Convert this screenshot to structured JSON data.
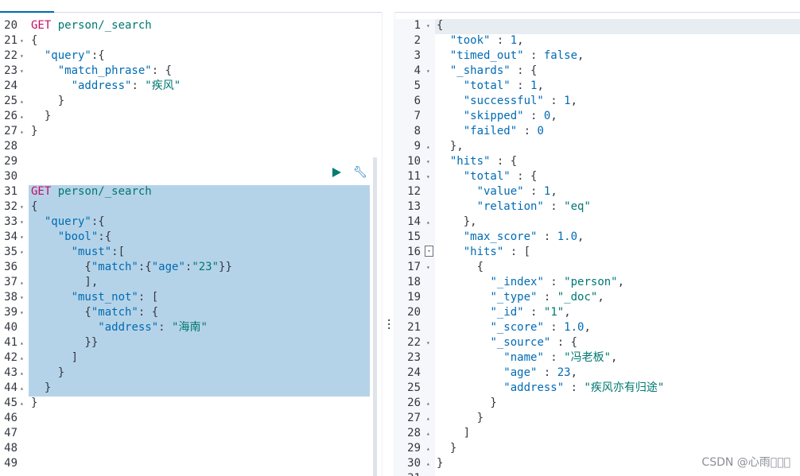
{
  "left_editor": {
    "lines": [
      {
        "n": "20",
        "fold": "",
        "segs": [
          {
            "t": "GET",
            "c": "kw"
          },
          {
            "t": " person/_search",
            "c": "val"
          }
        ]
      },
      {
        "n": "21",
        "fold": "▾",
        "segs": [
          {
            "t": "{",
            "c": "code"
          }
        ]
      },
      {
        "n": "22",
        "fold": "▾",
        "segs": [
          {
            "t": "  ",
            "c": "code"
          },
          {
            "t": "\"query\"",
            "c": "str"
          },
          {
            "t": ":{",
            "c": "code"
          }
        ]
      },
      {
        "n": "23",
        "fold": "▾",
        "segs": [
          {
            "t": "    ",
            "c": "code"
          },
          {
            "t": "\"match_phrase\"",
            "c": "str"
          },
          {
            "t": ": {",
            "c": "code"
          }
        ]
      },
      {
        "n": "24",
        "fold": "",
        "segs": [
          {
            "t": "      ",
            "c": "code"
          },
          {
            "t": "\"address\"",
            "c": "str"
          },
          {
            "t": ": ",
            "c": "code"
          },
          {
            "t": "\"疾风\"",
            "c": "val"
          }
        ]
      },
      {
        "n": "25",
        "fold": "▴",
        "segs": [
          {
            "t": "    }",
            "c": "code"
          }
        ]
      },
      {
        "n": "26",
        "fold": "▴",
        "segs": [
          {
            "t": "  }",
            "c": "code"
          }
        ]
      },
      {
        "n": "27",
        "fold": "▴",
        "segs": [
          {
            "t": "}",
            "c": "code"
          }
        ]
      },
      {
        "n": "28",
        "fold": "",
        "segs": []
      },
      {
        "n": "29",
        "fold": "",
        "segs": []
      },
      {
        "n": "30",
        "fold": "",
        "segs": []
      },
      {
        "n": "31",
        "fold": "",
        "segs": [
          {
            "t": "GET",
            "c": "kw"
          },
          {
            "t": " person/_search",
            "c": "val"
          }
        ]
      },
      {
        "n": "32",
        "fold": "▾",
        "segs": [
          {
            "t": "{",
            "c": "code"
          }
        ]
      },
      {
        "n": "33",
        "fold": "▾",
        "segs": [
          {
            "t": "  ",
            "c": "code"
          },
          {
            "t": "\"query\"",
            "c": "str"
          },
          {
            "t": ":{",
            "c": "code"
          }
        ]
      },
      {
        "n": "34",
        "fold": "▾",
        "segs": [
          {
            "t": "    ",
            "c": "code"
          },
          {
            "t": "\"bool\"",
            "c": "str"
          },
          {
            "t": ":{",
            "c": "code"
          }
        ]
      },
      {
        "n": "35",
        "fold": "▾",
        "segs": [
          {
            "t": "      ",
            "c": "code"
          },
          {
            "t": "\"must\"",
            "c": "str"
          },
          {
            "t": ":[",
            "c": "code"
          }
        ]
      },
      {
        "n": "36",
        "fold": "",
        "segs": [
          {
            "t": "        {",
            "c": "code"
          },
          {
            "t": "\"match\"",
            "c": "str"
          },
          {
            "t": ":{",
            "c": "code"
          },
          {
            "t": "\"age\"",
            "c": "str"
          },
          {
            "t": ":",
            "c": "code"
          },
          {
            "t": "\"23\"",
            "c": "val"
          },
          {
            "t": "}}",
            "c": "code"
          }
        ]
      },
      {
        "n": "37",
        "fold": "▴",
        "segs": [
          {
            "t": "        ],",
            "c": "code"
          }
        ]
      },
      {
        "n": "38",
        "fold": "▾",
        "segs": [
          {
            "t": "      ",
            "c": "code"
          },
          {
            "t": "\"must_not\"",
            "c": "str"
          },
          {
            "t": ": [",
            "c": "code"
          }
        ]
      },
      {
        "n": "39",
        "fold": "▾",
        "segs": [
          {
            "t": "        {",
            "c": "code"
          },
          {
            "t": "\"match\"",
            "c": "str"
          },
          {
            "t": ": {",
            "c": "code"
          }
        ]
      },
      {
        "n": "40",
        "fold": "",
        "segs": [
          {
            "t": "          ",
            "c": "code"
          },
          {
            "t": "\"address\"",
            "c": "str"
          },
          {
            "t": ": ",
            "c": "code"
          },
          {
            "t": "\"海南\"",
            "c": "val"
          }
        ]
      },
      {
        "n": "41",
        "fold": "▴",
        "segs": [
          {
            "t": "        }}",
            "c": "code"
          }
        ]
      },
      {
        "n": "42",
        "fold": "▴",
        "segs": [
          {
            "t": "      ]",
            "c": "code"
          }
        ]
      },
      {
        "n": "43",
        "fold": "▴",
        "segs": [
          {
            "t": "    }",
            "c": "code"
          }
        ]
      },
      {
        "n": "44",
        "fold": "▴",
        "segs": [
          {
            "t": "  }",
            "c": "code"
          }
        ]
      },
      {
        "n": "45",
        "fold": "▴",
        "segs": [
          {
            "t": "}",
            "c": "code"
          }
        ]
      },
      {
        "n": "46",
        "fold": "",
        "segs": []
      },
      {
        "n": "47",
        "fold": "",
        "segs": []
      },
      {
        "n": "48",
        "fold": "",
        "segs": []
      },
      {
        "n": "49",
        "fold": "",
        "segs": []
      }
    ]
  },
  "right_editor": {
    "lines": [
      {
        "n": "1",
        "fold": "▾",
        "segs": [
          {
            "t": "{",
            "c": "code"
          }
        ]
      },
      {
        "n": "2",
        "fold": "",
        "segs": [
          {
            "t": "  ",
            "c": "code"
          },
          {
            "t": "\"took\"",
            "c": "str"
          },
          {
            "t": " : ",
            "c": "code"
          },
          {
            "t": "1",
            "c": "num"
          },
          {
            "t": ",",
            "c": "code"
          }
        ]
      },
      {
        "n": "3",
        "fold": "",
        "segs": [
          {
            "t": "  ",
            "c": "code"
          },
          {
            "t": "\"timed_out\"",
            "c": "str"
          },
          {
            "t": " : ",
            "c": "code"
          },
          {
            "t": "false",
            "c": "bool"
          },
          {
            "t": ",",
            "c": "code"
          }
        ]
      },
      {
        "n": "4",
        "fold": "▾",
        "segs": [
          {
            "t": "  ",
            "c": "code"
          },
          {
            "t": "\"_shards\"",
            "c": "str"
          },
          {
            "t": " : {",
            "c": "code"
          }
        ]
      },
      {
        "n": "5",
        "fold": "",
        "segs": [
          {
            "t": "    ",
            "c": "code"
          },
          {
            "t": "\"total\"",
            "c": "str"
          },
          {
            "t": " : ",
            "c": "code"
          },
          {
            "t": "1",
            "c": "num"
          },
          {
            "t": ",",
            "c": "code"
          }
        ]
      },
      {
        "n": "6",
        "fold": "",
        "segs": [
          {
            "t": "    ",
            "c": "code"
          },
          {
            "t": "\"successful\"",
            "c": "str"
          },
          {
            "t": " : ",
            "c": "code"
          },
          {
            "t": "1",
            "c": "num"
          },
          {
            "t": ",",
            "c": "code"
          }
        ]
      },
      {
        "n": "7",
        "fold": "",
        "segs": [
          {
            "t": "    ",
            "c": "code"
          },
          {
            "t": "\"skipped\"",
            "c": "str"
          },
          {
            "t": " : ",
            "c": "code"
          },
          {
            "t": "0",
            "c": "num"
          },
          {
            "t": ",",
            "c": "code"
          }
        ]
      },
      {
        "n": "8",
        "fold": "",
        "segs": [
          {
            "t": "    ",
            "c": "code"
          },
          {
            "t": "\"failed\"",
            "c": "str"
          },
          {
            "t": " : ",
            "c": "code"
          },
          {
            "t": "0",
            "c": "num"
          }
        ]
      },
      {
        "n": "9",
        "fold": "▴",
        "segs": [
          {
            "t": "  },",
            "c": "code"
          }
        ]
      },
      {
        "n": "10",
        "fold": "▾",
        "segs": [
          {
            "t": "  ",
            "c": "code"
          },
          {
            "t": "\"hits\"",
            "c": "str"
          },
          {
            "t": " : {",
            "c": "code"
          }
        ]
      },
      {
        "n": "11",
        "fold": "▾",
        "segs": [
          {
            "t": "    ",
            "c": "code"
          },
          {
            "t": "\"total\"",
            "c": "str"
          },
          {
            "t": " : {",
            "c": "code"
          }
        ]
      },
      {
        "n": "12",
        "fold": "",
        "segs": [
          {
            "t": "      ",
            "c": "code"
          },
          {
            "t": "\"value\"",
            "c": "str"
          },
          {
            "t": " : ",
            "c": "code"
          },
          {
            "t": "1",
            "c": "num"
          },
          {
            "t": ",",
            "c": "code"
          }
        ]
      },
      {
        "n": "13",
        "fold": "",
        "segs": [
          {
            "t": "      ",
            "c": "code"
          },
          {
            "t": "\"relation\"",
            "c": "str"
          },
          {
            "t": " : ",
            "c": "code"
          },
          {
            "t": "\"eq\"",
            "c": "val"
          }
        ]
      },
      {
        "n": "14",
        "fold": "▴",
        "segs": [
          {
            "t": "    },",
            "c": "code"
          }
        ]
      },
      {
        "n": "15",
        "fold": "",
        "segs": [
          {
            "t": "    ",
            "c": "code"
          },
          {
            "t": "\"max_score\"",
            "c": "str"
          },
          {
            "t": " : ",
            "c": "code"
          },
          {
            "t": "1.0",
            "c": "num"
          },
          {
            "t": ",",
            "c": "code"
          }
        ]
      },
      {
        "n": "16",
        "fold": "",
        "segs": [
          {
            "t": "    ",
            "c": "code"
          },
          {
            "t": "\"hits\"",
            "c": "str"
          },
          {
            "t": " : [",
            "c": "code"
          }
        ]
      },
      {
        "n": "17",
        "fold": "▾",
        "segs": [
          {
            "t": "      {",
            "c": "code"
          }
        ]
      },
      {
        "n": "18",
        "fold": "",
        "segs": [
          {
            "t": "        ",
            "c": "code"
          },
          {
            "t": "\"_index\"",
            "c": "str"
          },
          {
            "t": " : ",
            "c": "code"
          },
          {
            "t": "\"person\"",
            "c": "val"
          },
          {
            "t": ",",
            "c": "code"
          }
        ]
      },
      {
        "n": "19",
        "fold": "",
        "segs": [
          {
            "t": "        ",
            "c": "code"
          },
          {
            "t": "\"_type\"",
            "c": "str"
          },
          {
            "t": " : ",
            "c": "code"
          },
          {
            "t": "\"_doc\"",
            "c": "val"
          },
          {
            "t": ",",
            "c": "code"
          }
        ]
      },
      {
        "n": "20",
        "fold": "",
        "segs": [
          {
            "t": "        ",
            "c": "code"
          },
          {
            "t": "\"_id\"",
            "c": "str"
          },
          {
            "t": " : ",
            "c": "code"
          },
          {
            "t": "\"1\"",
            "c": "val"
          },
          {
            "t": ",",
            "c": "code"
          }
        ]
      },
      {
        "n": "21",
        "fold": "",
        "segs": [
          {
            "t": "        ",
            "c": "code"
          },
          {
            "t": "\"_score\"",
            "c": "str"
          },
          {
            "t": " : ",
            "c": "code"
          },
          {
            "t": "1.0",
            "c": "num"
          },
          {
            "t": ",",
            "c": "code"
          }
        ]
      },
      {
        "n": "22",
        "fold": "▾",
        "segs": [
          {
            "t": "        ",
            "c": "code"
          },
          {
            "t": "\"_source\"",
            "c": "str"
          },
          {
            "t": " : {",
            "c": "code"
          }
        ]
      },
      {
        "n": "23",
        "fold": "",
        "segs": [
          {
            "t": "          ",
            "c": "code"
          },
          {
            "t": "\"name\"",
            "c": "str"
          },
          {
            "t": " : ",
            "c": "code"
          },
          {
            "t": "\"冯老板\"",
            "c": "val"
          },
          {
            "t": ",",
            "c": "code"
          }
        ]
      },
      {
        "n": "24",
        "fold": "",
        "segs": [
          {
            "t": "          ",
            "c": "code"
          },
          {
            "t": "\"age\"",
            "c": "str"
          },
          {
            "t": " : ",
            "c": "code"
          },
          {
            "t": "23",
            "c": "num"
          },
          {
            "t": ",",
            "c": "code"
          }
        ]
      },
      {
        "n": "25",
        "fold": "",
        "segs": [
          {
            "t": "          ",
            "c": "code"
          },
          {
            "t": "\"address\"",
            "c": "str"
          },
          {
            "t": " : ",
            "c": "code"
          },
          {
            "t": "\"疾风亦有归途\"",
            "c": "val"
          }
        ]
      },
      {
        "n": "26",
        "fold": "▴",
        "segs": [
          {
            "t": "        }",
            "c": "code"
          }
        ]
      },
      {
        "n": "27",
        "fold": "▴",
        "segs": [
          {
            "t": "      }",
            "c": "code"
          }
        ]
      },
      {
        "n": "28",
        "fold": "▴",
        "segs": [
          {
            "t": "    ]",
            "c": "code"
          }
        ]
      },
      {
        "n": "29",
        "fold": "▴",
        "segs": [
          {
            "t": "  }",
            "c": "code"
          }
        ]
      },
      {
        "n": "30",
        "fold": "▴",
        "segs": [
          {
            "t": "}",
            "c": "code"
          }
        ]
      },
      {
        "n": "31",
        "fold": "",
        "segs": []
      }
    ]
  },
  "actions": {
    "run_icon": "play-icon",
    "settings_icon": "wrench-icon"
  },
  "colors": {
    "selection": "#b5d3e8",
    "method": "#c80a68",
    "key": "#006bb4",
    "string_value": "#007871",
    "run": "#017d73"
  },
  "watermark": "CSDN @心雨\u0000\u0000\u0000"
}
